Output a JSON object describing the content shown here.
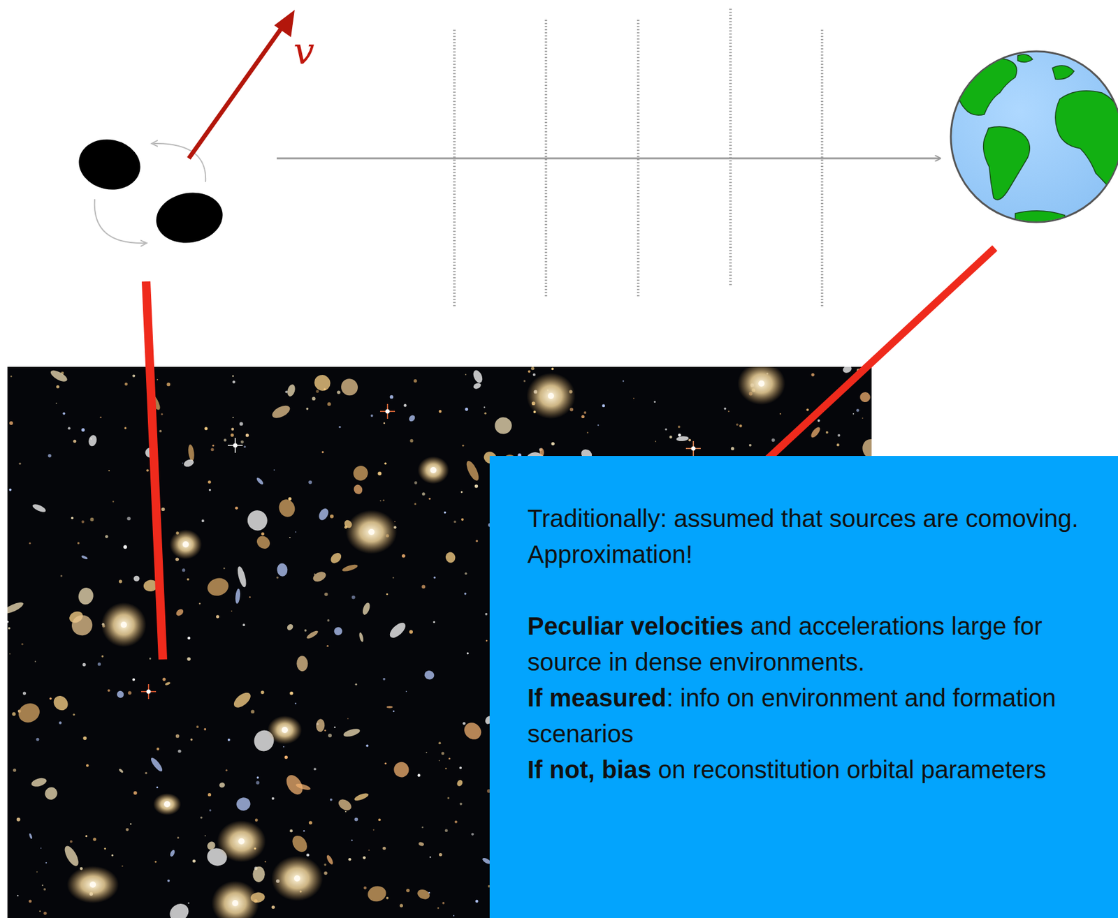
{
  "diagram": {
    "nodes": [
      {
        "text": [
          "Traditionally: assumed that sources are comoving. Approximation!",
          "Peculiar velocities and accelerations large for source in dense environments.",
          "If measured: info on environment and formation scenarios",
          "If not, bias on reconstitution orbital parameters"
        ]
      }
    ],
    "labels": [
      "v"
    ]
  }
}
